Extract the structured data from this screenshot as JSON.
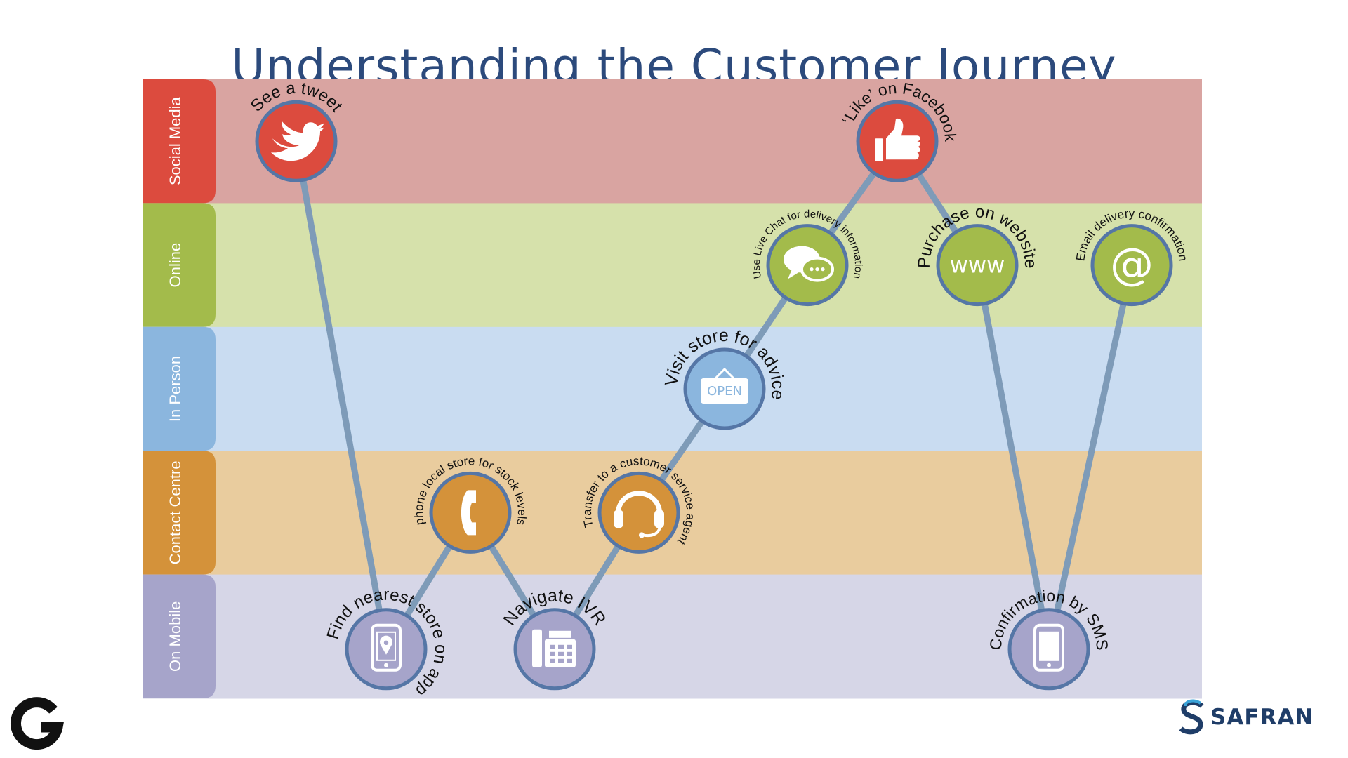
{
  "title": "Understanding the Customer Journey",
  "lanes": [
    {
      "label": "Social Media",
      "tab_color": "#dc4b3e",
      "band_color": "#d9a4a1"
    },
    {
      "label": "Online",
      "tab_color": "#a3bb4b",
      "band_color": "#d6e1ab"
    },
    {
      "label": "In Person",
      "tab_color": "#8bb6de",
      "band_color": "#c9dcf1"
    },
    {
      "label": "Contact Centre",
      "tab_color": "#d4923a",
      "band_color": "#e9cc9e"
    },
    {
      "label": "On Mobile",
      "tab_color": "#a6a4ca",
      "band_color": "#d6d6e7"
    }
  ],
  "steps": [
    {
      "label": "See a tweet",
      "lane": 0,
      "icon": "twitter-bird-icon"
    },
    {
      "label": "Find nearest store on app",
      "lane": 4,
      "icon": "map-pin-phone-icon"
    },
    {
      "label": "phone local store for stock levels",
      "lane": 3,
      "icon": "phone-handset-icon"
    },
    {
      "label": "Navigate IVR",
      "lane": 4,
      "icon": "desk-phone-icon"
    },
    {
      "label": "Transfer to a customer service agent",
      "lane": 3,
      "icon": "headset-icon"
    },
    {
      "label": "Visit store for advice",
      "lane": 2,
      "icon": "open-sign-icon",
      "icon_text": "OPEN"
    },
    {
      "label": "Use Live Chat for delivery information",
      "lane": 1,
      "icon": "chat-bubbles-icon"
    },
    {
      "label": "‘Like’ on Facebook",
      "lane": 0,
      "icon": "thumbs-up-icon"
    },
    {
      "label": "Purchase on website",
      "lane": 1,
      "icon": "www-icon",
      "icon_text": "www"
    },
    {
      "label": "Confirmation by SMS",
      "lane": 4,
      "icon": "smartphone-icon"
    },
    {
      "label": "Email delivery confirmation",
      "lane": 1,
      "icon": "at-sign-icon",
      "icon_text": "@"
    }
  ],
  "connections": [
    [
      0,
      1
    ],
    [
      1,
      2
    ],
    [
      2,
      3
    ],
    [
      3,
      4
    ],
    [
      4,
      5
    ],
    [
      5,
      6
    ],
    [
      6,
      7
    ],
    [
      7,
      8
    ],
    [
      8,
      9
    ],
    [
      9,
      10
    ]
  ],
  "colors": {
    "connector": "#7e9bb8",
    "node_ring": "#5576a6",
    "title": "#2c4a7c"
  },
  "logos": {
    "left": "g-logo-icon",
    "right": "SAFRAN"
  }
}
